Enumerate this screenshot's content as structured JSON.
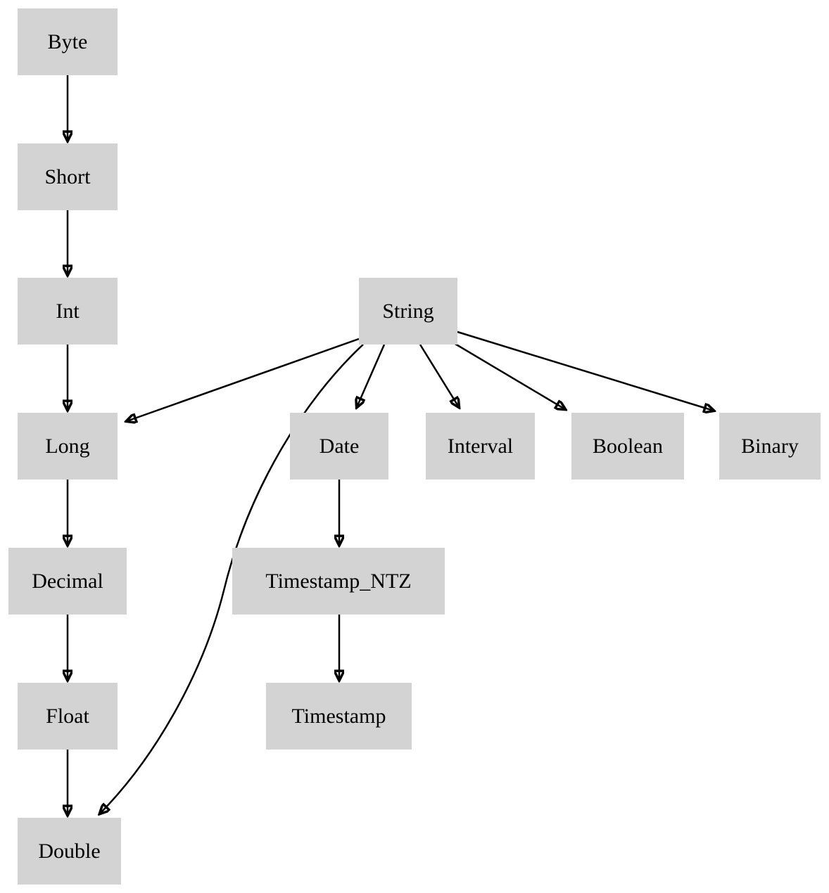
{
  "diagram": {
    "title": "Type promotion precedence diagram",
    "node_fill_color": "#d3d3d3",
    "edge_color": "#000000",
    "text_color": "#000000"
  },
  "nodes": {
    "byte": {
      "label": "Byte"
    },
    "short": {
      "label": "Short"
    },
    "int": {
      "label": "Int"
    },
    "string": {
      "label": "String"
    },
    "long": {
      "label": "Long"
    },
    "date": {
      "label": "Date"
    },
    "interval": {
      "label": "Interval"
    },
    "boolean": {
      "label": "Boolean"
    },
    "binary": {
      "label": "Binary"
    },
    "decimal": {
      "label": "Decimal"
    },
    "timestamp_ntz": {
      "label": "Timestamp_NTZ"
    },
    "float": {
      "label": "Float"
    },
    "timestamp": {
      "label": "Timestamp"
    },
    "double": {
      "label": "Double"
    }
  },
  "edges": [
    {
      "from": "Byte",
      "to": "Short"
    },
    {
      "from": "Short",
      "to": "Int"
    },
    {
      "from": "Int",
      "to": "Long"
    },
    {
      "from": "Long",
      "to": "Decimal"
    },
    {
      "from": "Decimal",
      "to": "Float"
    },
    {
      "from": "Float",
      "to": "Double"
    },
    {
      "from": "String",
      "to": "Long"
    },
    {
      "from": "String",
      "to": "Double"
    },
    {
      "from": "String",
      "to": "Date"
    },
    {
      "from": "String",
      "to": "Interval"
    },
    {
      "from": "String",
      "to": "Boolean"
    },
    {
      "from": "String",
      "to": "Binary"
    },
    {
      "from": "Date",
      "to": "Timestamp_NTZ"
    },
    {
      "from": "Timestamp_NTZ",
      "to": "Timestamp"
    }
  ]
}
